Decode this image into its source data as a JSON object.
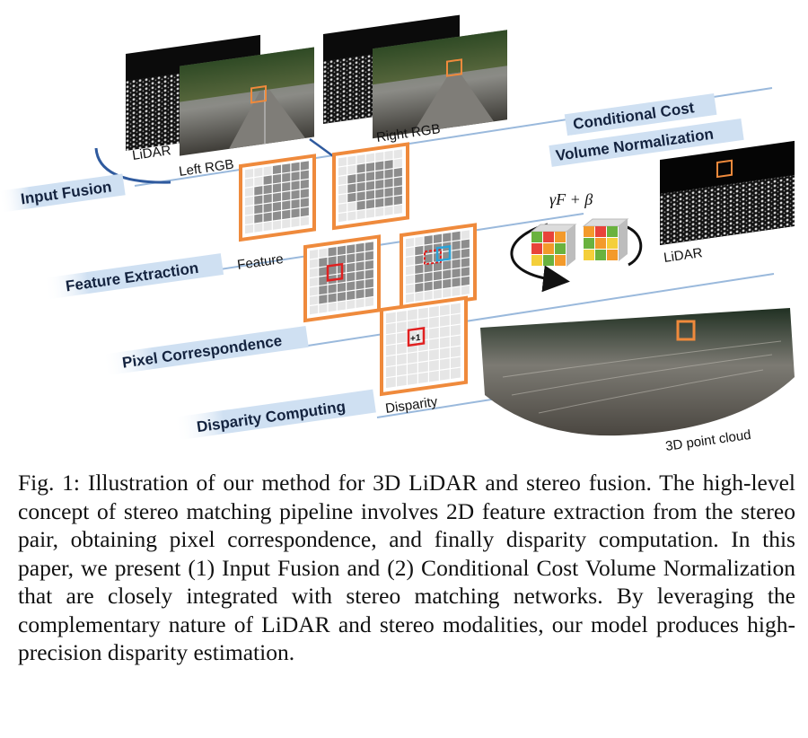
{
  "figure": {
    "stages": {
      "input_fusion": "Input Fusion",
      "feature_extraction": "Feature Extraction",
      "pixel_correspondence": "Pixel Correspondence",
      "disparity_computing": "Disparity Computing",
      "ccvn_line1": "Conditional Cost",
      "ccvn_line2": "Volume Normalization"
    },
    "labels": {
      "lidar_left": "LiDAR",
      "left_rgb": "Left RGB",
      "right_rgb": "Right RGB",
      "feature": "Feature",
      "disparity": "Disparity",
      "lidar_right": "LiDAR",
      "point_cloud": "3D point cloud",
      "plus_one": "+1"
    },
    "formula": "γF + β",
    "colors": {
      "accent_orange": "#ef8a3c",
      "label_blue": "#cfe0f2",
      "line_blue": "#9ab9dc",
      "highlight_red": "#e02020",
      "highlight_cyan": "#2aa3d8",
      "cube_red": "#e8433a",
      "cube_orange": "#f39a2b",
      "cube_yellow": "#f4cf3a",
      "cube_green": "#6ab23e"
    }
  },
  "caption": {
    "fig_label": "Fig. 1:",
    "text": "Illustration of our method for 3D LiDAR and stereo fusion. The high-level concept of stereo matching pipeline involves 2D feature extraction from the stereo pair, obtaining pixel correspondence, and finally disparity computation. In this paper, we present (1) Input Fusion and (2) Conditional Cost Volume Normalization that are closely integrated with stereo matching networks. By leveraging the complementary nature of LiDAR and stereo modalities, our model produces high-precision disparity estimation."
  }
}
